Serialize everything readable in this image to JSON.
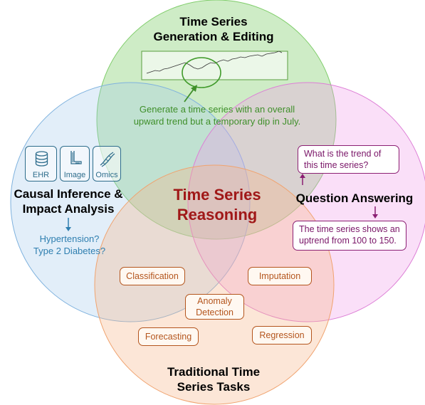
{
  "colors": {
    "green": "#7fcd6a",
    "blue": "#9ec8eb",
    "pink": "#ee9ce8",
    "orange": "#f6b68a",
    "center_title": "#a01818"
  },
  "generation": {
    "title_line1": "Time Series",
    "title_line2": "Generation & Editing",
    "prompt_line1": "Generate a time series with an overall",
    "prompt_line2": "upward trend but a temporary dip in July."
  },
  "causal": {
    "title_line1": "Causal Inference &",
    "title_line2": "Impact Analysis",
    "modalities": [
      {
        "label": "EHR",
        "icon": "database-icon"
      },
      {
        "label": "Image",
        "icon": "foot-xray-icon"
      },
      {
        "label": "Omics",
        "icon": "dna-icon"
      }
    ],
    "answer_line1": "Hypertension?",
    "answer_line2": "Type 2 Diabetes?"
  },
  "center": {
    "line1": "Time Series",
    "line2": "Reasoning"
  },
  "qa": {
    "title": "Question Answering",
    "question_line1": "What is the trend of",
    "question_line2": "this time series?",
    "answer_line1": "The time series shows an",
    "answer_line2": "uptrend from 100 to 150."
  },
  "traditional": {
    "title_line1": "Traditional Time",
    "title_line2": "Series Tasks",
    "tasks": {
      "classification": "Classification",
      "imputation": "Imputation",
      "anomaly_line1": "Anomaly",
      "anomaly_line2": "Detection",
      "forecasting": "Forecasting",
      "regression": "Regression"
    }
  }
}
